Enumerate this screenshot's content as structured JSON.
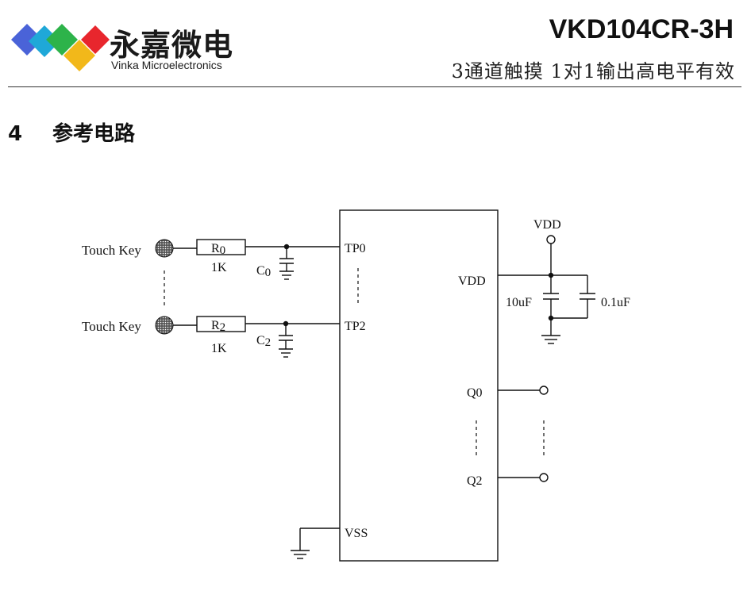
{
  "header": {
    "brand_cn": "永嘉微电",
    "brand_en": "Vinka Microelectronics",
    "part_number": "VKD104CR-3H",
    "subtitle": "3通道触摸 1对1输出高电平有效"
  },
  "colors": {
    "logo_blue": "#4a63d8",
    "logo_green": "#2db34a",
    "logo_red": "#e8262d",
    "logo_cyan": "#1fa8d8",
    "logo_yellow": "#f2b81a"
  },
  "section": {
    "number": "4",
    "title": "参考电路"
  },
  "schematic": {
    "inputs": [
      {
        "key_label": "Touch Key",
        "resistor": "R",
        "resistor_sub": "0",
        "resistor_value": "1K",
        "cap": "C",
        "cap_sub": "0",
        "pin": "TP0"
      },
      {
        "key_label": "Touch Key",
        "resistor": "R",
        "resistor_sub": "2",
        "resistor_value": "1K",
        "cap": "C",
        "cap_sub": "2",
        "pin": "TP2"
      }
    ],
    "vdd_pin": "VDD",
    "vdd_supply": "VDD",
    "cap_10u": "10uF",
    "cap_01u": "0.1uF",
    "outputs": [
      "Q0",
      "Q2"
    ],
    "vss_pin": "VSS"
  }
}
